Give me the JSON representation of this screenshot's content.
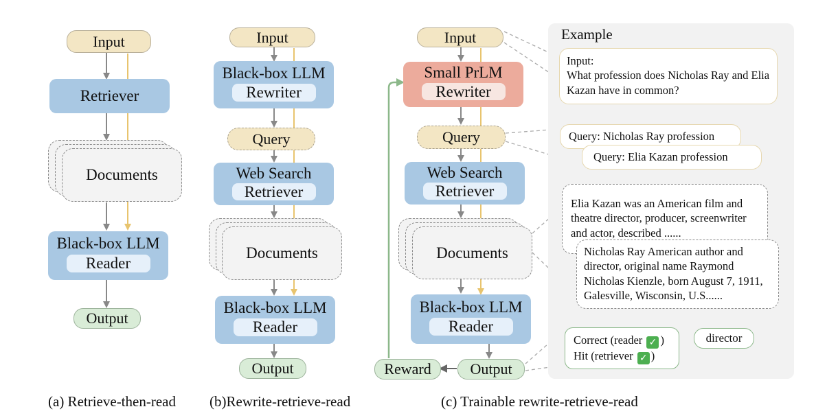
{
  "colA": {
    "input": "Input",
    "retriever": "Retriever",
    "documents": "Documents",
    "reader_title": "Black-box LLM",
    "reader_sub": "Reader",
    "output": "Output",
    "caption": "(a) Retrieve-then-read"
  },
  "colB": {
    "input": "Input",
    "rewriter_title": "Black-box LLM",
    "rewriter_sub": "Rewriter",
    "query": "Query",
    "search_title": "Web Search",
    "search_sub": "Retriever",
    "documents": "Documents",
    "reader_title": "Black-box LLM",
    "reader_sub": "Reader",
    "output": "Output",
    "caption": "(b)Rewrite-retrieve-read"
  },
  "colC": {
    "input": "Input",
    "rewriter_title": "Small PrLM",
    "rewriter_sub": "Rewriter",
    "query": "Query",
    "search_title": "Web Search",
    "search_sub": "Retriever",
    "documents": "Documents",
    "reader_title": "Black-box LLM",
    "reader_sub": "Reader",
    "output": "Output",
    "reward": "Reward",
    "caption": "(c) Trainable rewrite-retrieve-read"
  },
  "example": {
    "title": "Example",
    "input_label": "Input:",
    "input_text": "What profession does Nicholas Ray and Elia Kazan have in common?",
    "query1": "Query: Nicholas Ray profession",
    "query2": "Query: Elia Kazan profession",
    "doc1": "Elia Kazan was an American film and theatre director, producer, screenwriter and actor, described  ......",
    "doc2": "Nicholas Ray American author and director, original name Raymond Nicholas Kienzle, born August 7, 1911, Galesville, Wisconsin, U.S......",
    "correct": "Correct (reader",
    "hit": "Hit (retriever",
    "close_paren": ")",
    "answer": "director",
    "check_icon": "green-check-emoji"
  },
  "colors": {
    "input": "#f3e6c4",
    "model_blue": "#a9c8e3",
    "model_salmon": "#ecab9c",
    "output": "#d9ecd7",
    "flow_arrow": "#888888",
    "answer_line": "#e8c46e",
    "reward_arrow": "#8cb88a"
  }
}
